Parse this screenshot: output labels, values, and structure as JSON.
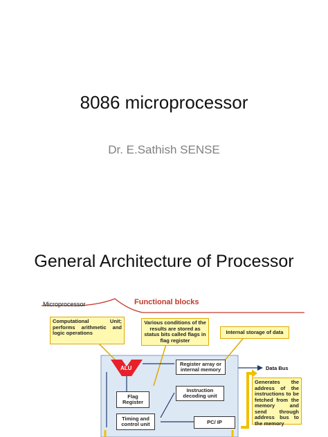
{
  "slide1": {
    "title": "8086 microprocessor",
    "author": "Dr. E.Sathish SENSE"
  },
  "slide2": {
    "title": "General Architecture of Processor",
    "diagram": {
      "header_left": "Microprocessor",
      "header_right": "Functional blocks",
      "callout_computational": "Computational Unit; performs arithmetic and logic operations",
      "callout_flags": "Various conditions of the results are stored as status bits called flags in flag register",
      "callout_storage": "Internal storage of data",
      "callout_address": "Generates the address of the instructions to be fetched from the memory and send through address bus to the memory",
      "block_alu": "ALU",
      "block_flag": "Flag Register",
      "block_register": "Register array or internal memory",
      "block_decoder": "Instruction decoding unit",
      "block_timing": "Timing and control unit",
      "block_pc": "PC/ IP",
      "label_databus": "Data Bus"
    },
    "colors": {
      "header_accent": "#c0392b",
      "callout_fill": "#fff9b0",
      "callout_border": "#e0a800",
      "panel_fill": "#dde8f5",
      "alu_fill": "#e8202a",
      "arrow": "#1f3a6e",
      "yellow_arrow": "#f0c000"
    }
  }
}
